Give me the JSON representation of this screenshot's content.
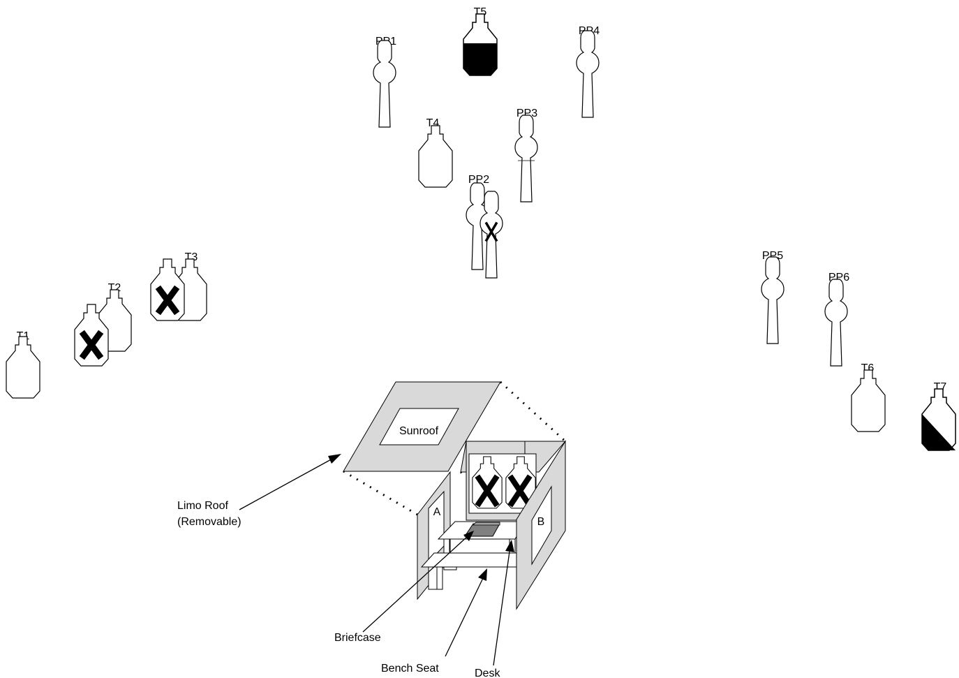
{
  "labels": {
    "t1": "T1",
    "t2": "T2",
    "t3": "T3",
    "t4": "T4",
    "t5": "T5",
    "t6": "T6",
    "t7": "T7",
    "pp1": "PP1",
    "pp2": "PP2",
    "pp3": "PP3",
    "pp4": "PP4",
    "pp5": "PP5",
    "pp6": "PP6",
    "sunroof": "Sunroof",
    "limo_roof_line1": "Limo Roof",
    "limo_roof_line2": "(Removable)",
    "window_a": "A",
    "window_b": "B",
    "briefcase": "Briefcase",
    "bench_seat": "Bench Seat",
    "desk": "Desk"
  },
  "colors": {
    "stroke": "#000000",
    "panel_fill": "#d9d9d9",
    "briefcase_fill": "#808080",
    "target_fill": "#ffffff",
    "mark_fill": "#000000"
  },
  "icons": {
    "no_shoot_mark": "x-mark-icon",
    "hostage_target": "silhouette-target-icon",
    "threat_target": "bottle-target-icon"
  }
}
